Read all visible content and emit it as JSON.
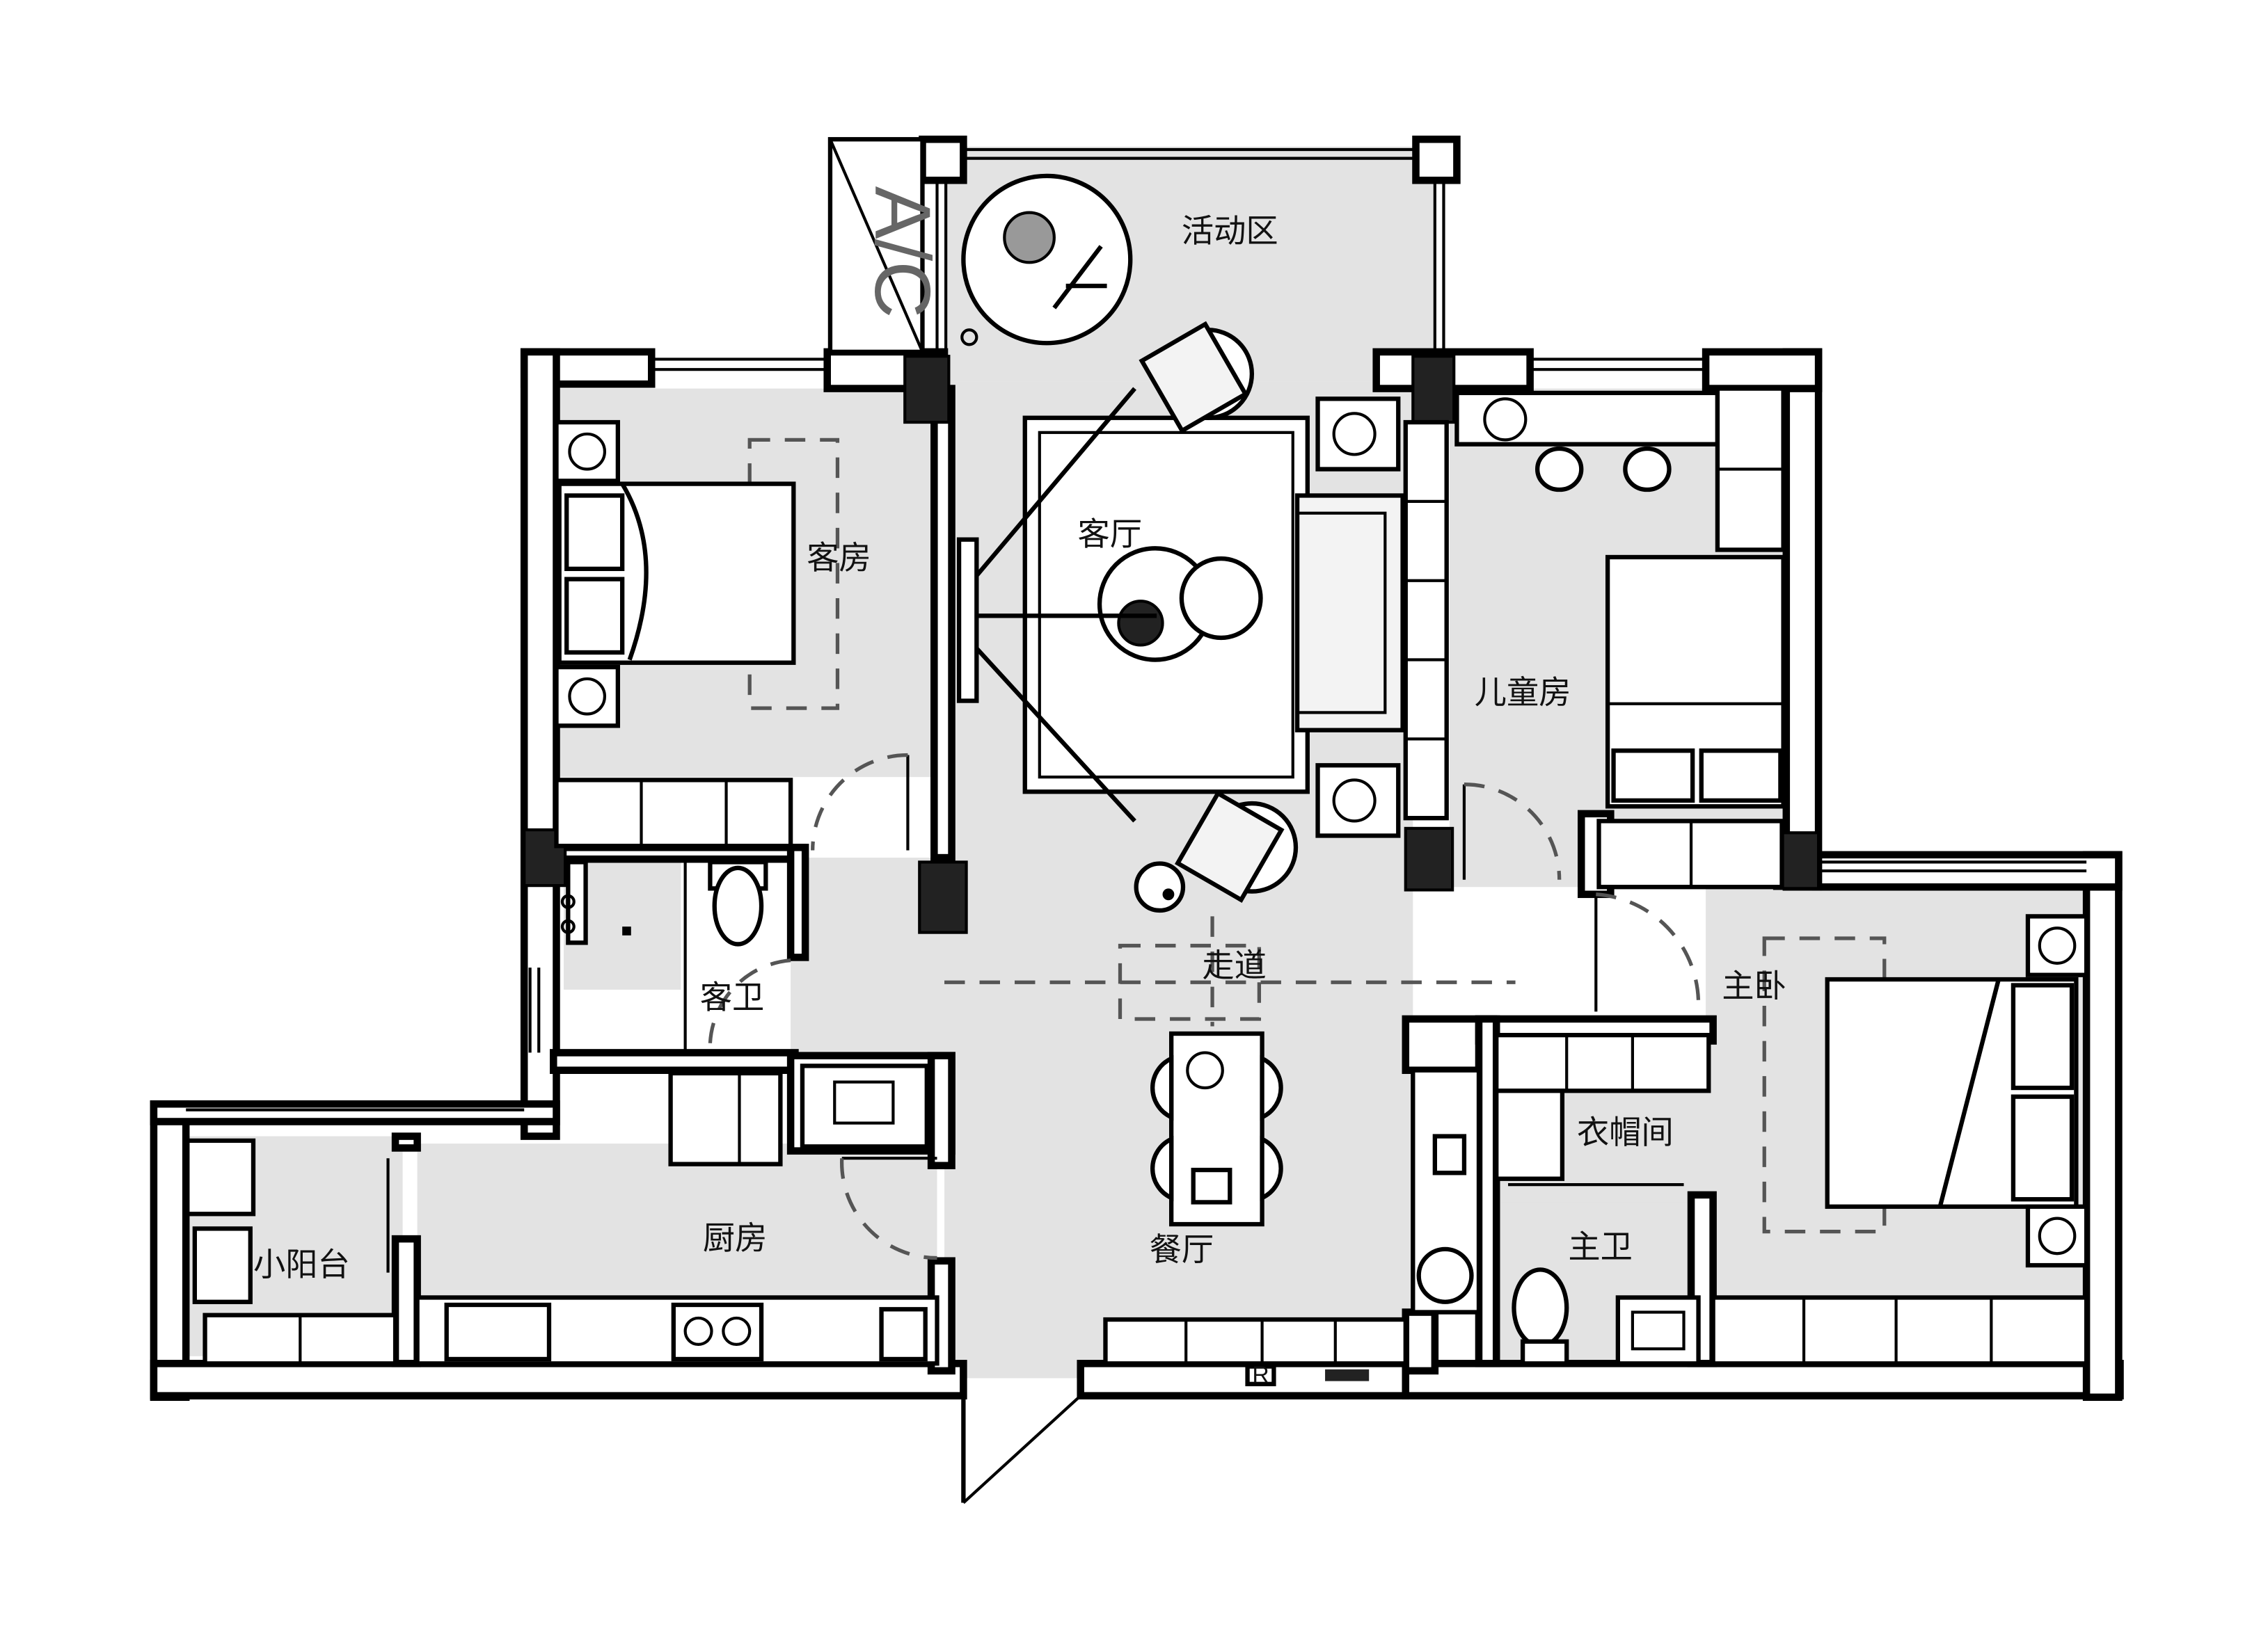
{
  "rooms": {
    "activity_area": "活动区",
    "living_room": "客厅",
    "guest_room": "客房",
    "kids_room": "儿童房",
    "corridor": "走道",
    "guest_bath": "客卫",
    "master_bedroom": "主卧",
    "walk_in_closet": "衣帽间",
    "master_bath": "主卫",
    "small_balcony": "小阳台",
    "kitchen": "厨房",
    "dining_room": "餐厅"
  },
  "ac_label": "A/C",
  "r_mark": "R"
}
